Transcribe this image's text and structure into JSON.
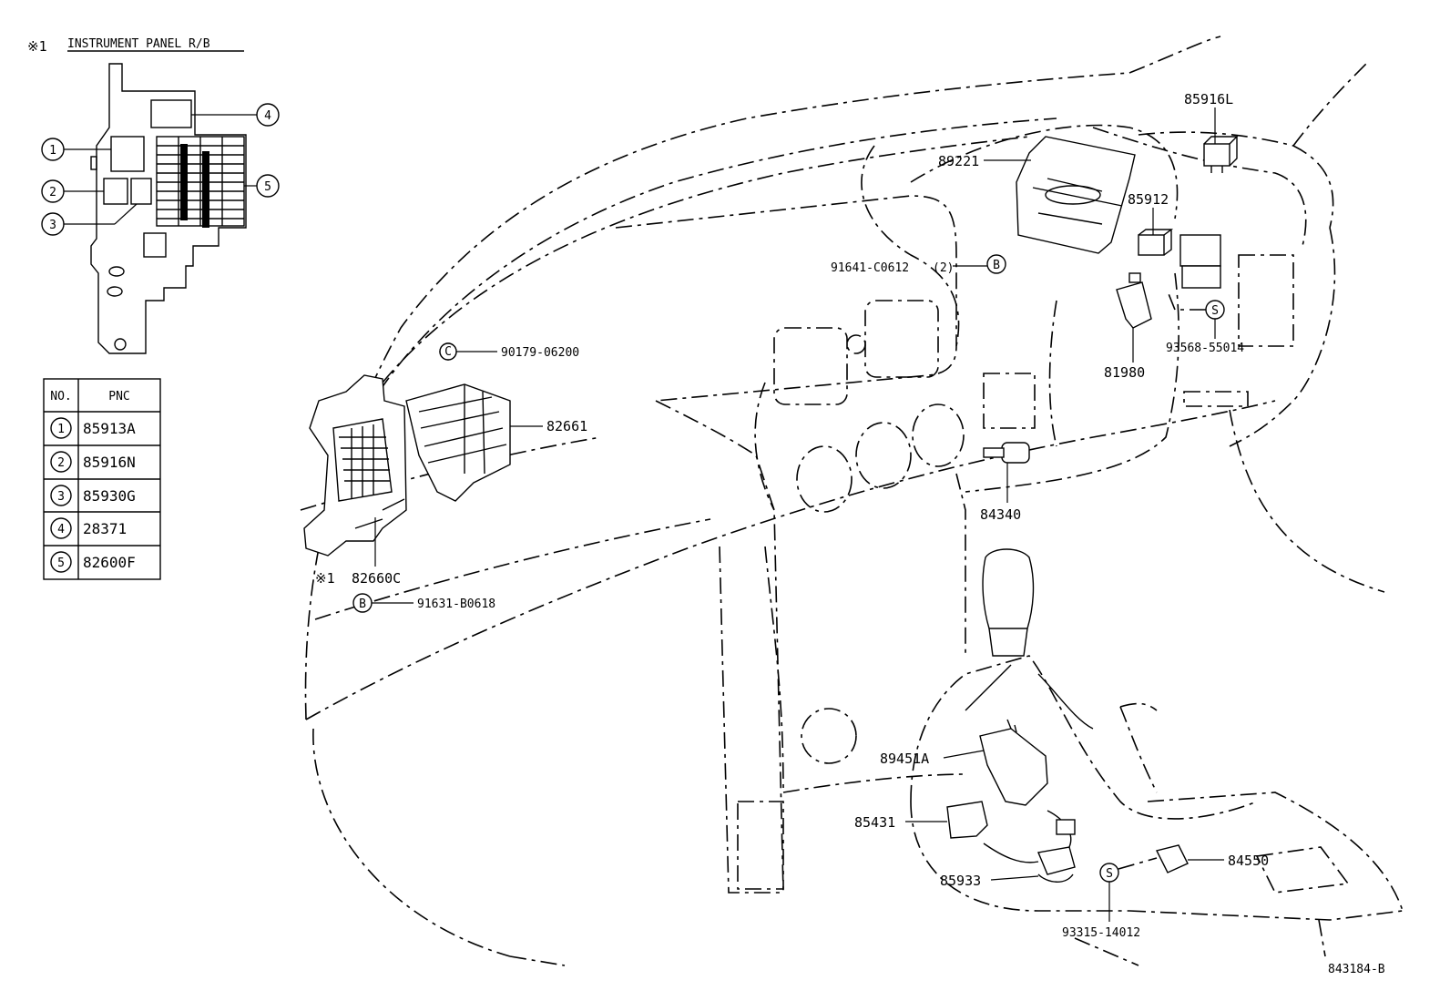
{
  "ref_marker": "※1",
  "inset": {
    "marker": "※1",
    "title": "INSTRUMENT PANEL R/B",
    "callouts": [
      "1",
      "2",
      "3",
      "4",
      "5"
    ]
  },
  "table": {
    "headers": [
      "NO.",
      "PNC"
    ],
    "rows": [
      {
        "no": "1",
        "pnc": "85913A"
      },
      {
        "no": "2",
        "pnc": "85916N"
      },
      {
        "no": "3",
        "pnc": "85930G"
      },
      {
        "no": "4",
        "pnc": "28371"
      },
      {
        "no": "5",
        "pnc": "82600F"
      }
    ]
  },
  "symbols": {
    "b": "B",
    "s": "S",
    "c": "C"
  },
  "parts": {
    "p85916L": "85916L",
    "p89221": "89221",
    "p85912": "85912",
    "p91641": "91641-C0612",
    "p91641_qty": "(2)",
    "p81980": "81980",
    "p93568": "93568-55014",
    "p90179": "90179-06200",
    "p82661": "82661",
    "p84340": "84340",
    "p82660C": "82660C",
    "p91631": "91631-B0618",
    "p89451A": "89451A",
    "p85431": "85431",
    "p85933": "85933",
    "p84550": "84550",
    "p93315": "93315-14012"
  },
  "diagram_id": "843184-B"
}
